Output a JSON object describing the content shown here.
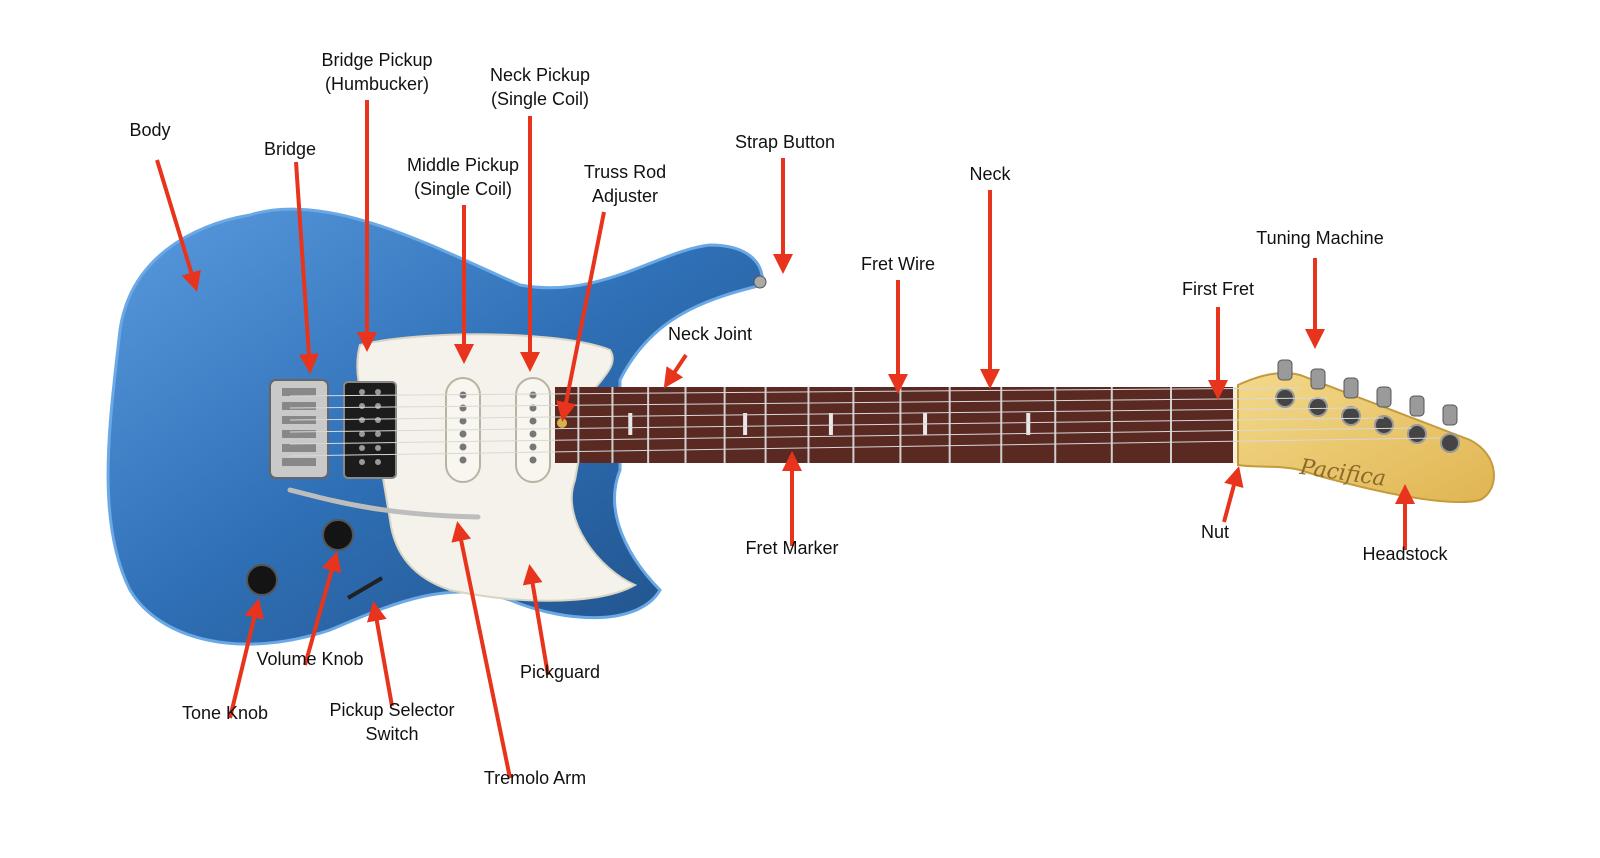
{
  "diagram": {
    "brand_wordmark": "Pacifica",
    "arrow_color": "#e8341c",
    "body_color": "#3d7fc4",
    "pickguard_color": "#f4f2ea",
    "fretboard_color": "#5a2a22",
    "headstock_color": "#e9c46a",
    "labels": {
      "body": "Body",
      "bridge": "Bridge",
      "bridge_pickup": [
        "Bridge Pickup",
        "(Humbucker)"
      ],
      "neck_pickup": [
        "Neck Pickup",
        "(Single Coil)"
      ],
      "middle_pickup": [
        "Middle Pickup",
        "(Single Coil)"
      ],
      "truss_rod": [
        "Truss Rod",
        "Adjuster"
      ],
      "strap_button": "Strap Button",
      "neck": "Neck",
      "fret_wire": "Fret Wire",
      "first_fret": "First Fret",
      "tuning_machine": "Tuning Machine",
      "neck_joint": "Neck Joint",
      "fret_marker": "Fret Marker",
      "nut": "Nut",
      "headstock": "Headstock",
      "volume_knob": "Volume Knob",
      "tone_knob": "Tone Knob",
      "pickup_selector": [
        "Pickup Selector",
        "Switch"
      ],
      "pickguard": "Pickguard",
      "tremolo_arm": "Tremolo Arm"
    }
  }
}
